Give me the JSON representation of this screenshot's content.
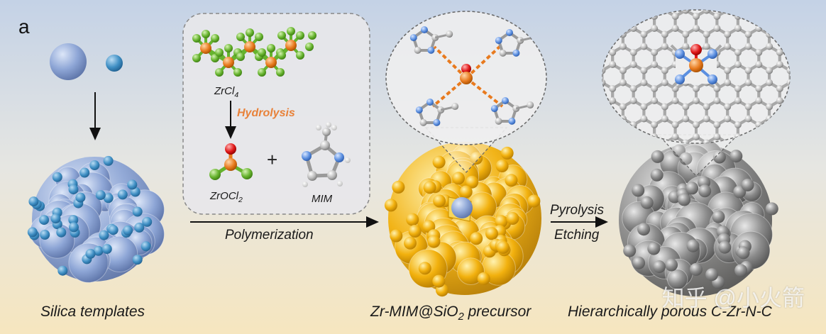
{
  "panel_label": "a",
  "captions": {
    "silica": "Silica templates",
    "precursor_prefix": "Zr-MIM@SiO",
    "precursor_sub": "2",
    "precursor_suffix": " precursor",
    "final": "Hierarchically porous C-Zr-N-C"
  },
  "molecules": {
    "zrcl_prefix": "ZrCl",
    "zrcl_sub": "4",
    "hydrolysis": "Hydrolysis",
    "zrocl_prefix": "ZrOCl",
    "zrocl_sub": "2",
    "mim": "MIM",
    "plus": "+"
  },
  "steps": {
    "polymerization": "Polymerization",
    "pyrolysis": "Pyrolysis",
    "etching": "Etching"
  },
  "watermark": "知乎 @小火箭",
  "colors": {
    "silica_blue": "#8ea6d6",
    "small_sphere": "#3f8fc4",
    "gold": "#f2b10e",
    "gray": "#8b8b8b",
    "zr_orange": "#e87a1e",
    "cl_green": "#66b32e",
    "oxygen_red": "#e01818",
    "nitrogen_blue": "#5b8fe0",
    "hydrolysis_orange": "#e8823a"
  }
}
